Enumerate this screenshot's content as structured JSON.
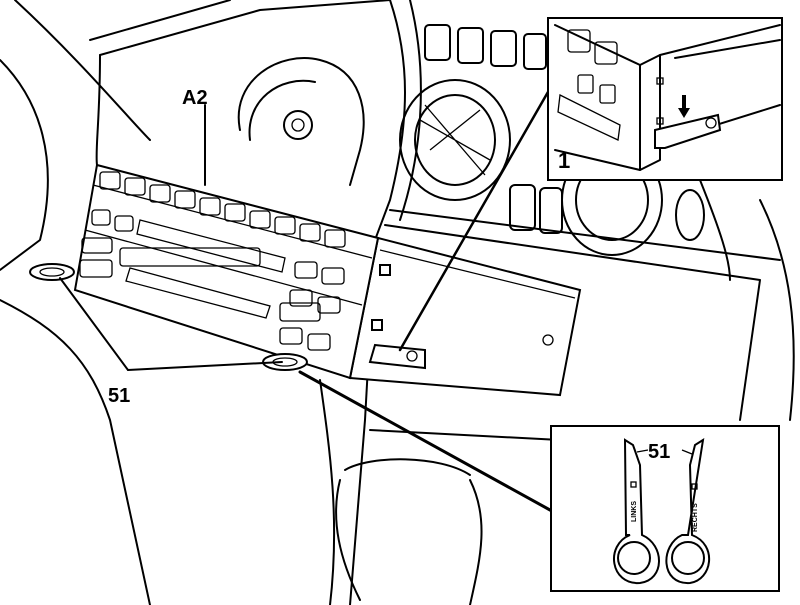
{
  "labels": {
    "radio": "A2",
    "removal_tools": "51",
    "detail_step": "1",
    "inset_tools": "51",
    "tool_left": "LINKS",
    "tool_right": "RECHTS"
  },
  "colors": {
    "line": "#000000",
    "background": "#ffffff"
  }
}
